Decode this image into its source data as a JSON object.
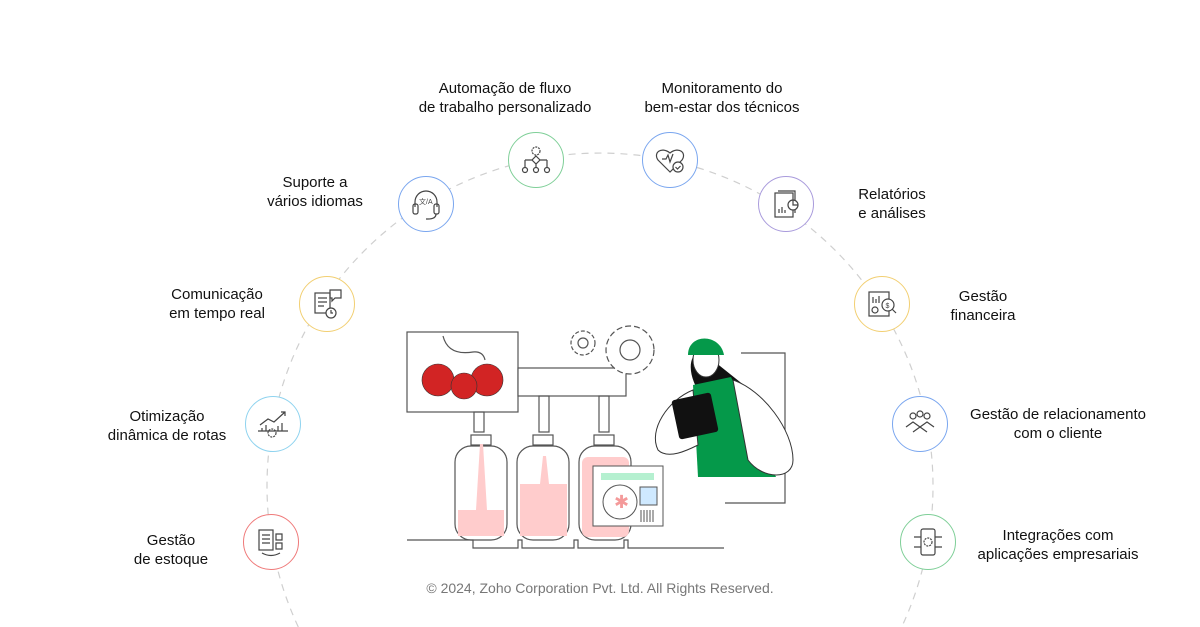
{
  "features": [
    {
      "id": "workflow",
      "lines": [
        "Automação de fluxo",
        "de trabalho personalizado"
      ],
      "color": "#7fcf98",
      "icon": "workflow-gear-icon"
    },
    {
      "id": "wellbeing",
      "lines": [
        "Monitoramento do",
        "bem-estar dos técnicos"
      ],
      "color": "#7aa6ef",
      "icon": "heart-check-icon"
    },
    {
      "id": "languages",
      "lines": [
        "Suporte a",
        "vários idiomas"
      ],
      "color": "#7aa6ef",
      "icon": "headset-translate-icon"
    },
    {
      "id": "reports",
      "lines": [
        "Relatórios",
        "e análises"
      ],
      "color": "#a99bdc",
      "icon": "report-chart-icon"
    },
    {
      "id": "communication",
      "lines": [
        "Comunicação",
        "em tempo real"
      ],
      "color": "#f2cf72",
      "icon": "chat-clock-icon"
    },
    {
      "id": "finance",
      "lines": [
        "Gestão",
        "financeira"
      ],
      "color": "#f2cf72",
      "icon": "finance-magnifier-icon"
    },
    {
      "id": "routes",
      "lines": [
        "Otimização",
        "dinâmica de rotas"
      ],
      "color": "#8fd3ef",
      "icon": "route-chart-gear-icon"
    },
    {
      "id": "crm",
      "lines": [
        "Gestão de relacionamento",
        "com o cliente"
      ],
      "color": "#7aa6ef",
      "icon": "handshake-people-icon"
    },
    {
      "id": "inventory",
      "lines": [
        "Gestão",
        "de estoque"
      ],
      "color": "#ef7a7a",
      "icon": "inventory-checklist-icon"
    },
    {
      "id": "integrations",
      "lines": [
        "Integrações com",
        "aplicações empresariais"
      ],
      "color": "#7fcf98",
      "icon": "phone-integration-icon"
    }
  ],
  "colors": {
    "tomato": "#d22424",
    "bottle_fill": "#ffcccc",
    "uniform": "#05994a",
    "arc": "#cccccc"
  },
  "footer": "© 2024, Zoho Corporation Pvt. Ltd. All Rights Reserved."
}
